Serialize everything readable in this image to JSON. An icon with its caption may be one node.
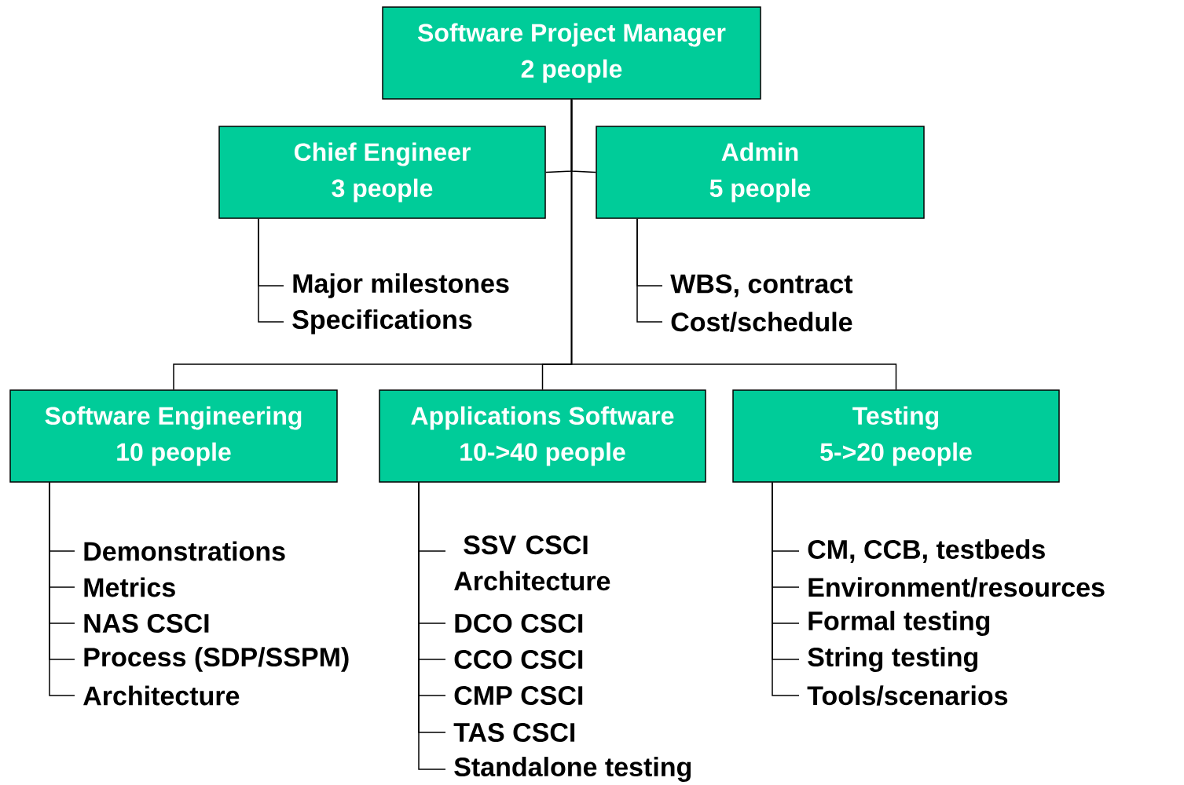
{
  "diagram": {
    "nodes": [
      {
        "text": [
          "Software Project Manager",
          "2 people"
        ]
      },
      {
        "text": [
          "Chief Engineer",
          "3 people"
        ]
      },
      {
        "text": [
          "Admin",
          "5 people"
        ]
      },
      {
        "text": [
          "Software Engineering",
          "10 people"
        ]
      },
      {
        "text": [
          "Applications Software",
          "10->40 people"
        ]
      },
      {
        "text": [
          "Testing",
          "5->20 people"
        ]
      },
      {
        "text": [
          "Major milestones"
        ]
      },
      {
        "text": [
          "Specifications"
        ]
      },
      {
        "text": [
          "WBS, contract"
        ]
      },
      {
        "text": [
          "Cost/schedule"
        ]
      },
      {
        "text": [
          "Demonstrations"
        ]
      },
      {
        "text": [
          "Metrics"
        ]
      },
      {
        "text": [
          "NAS CSCI"
        ]
      },
      {
        "text": [
          "Process (SDP/SSPM)"
        ]
      },
      {
        "text": [
          "Architecture"
        ]
      },
      {
        "text": [
          "SSV CSCI Architecture"
        ]
      },
      {
        "text": [
          "DCO CSCI"
        ]
      },
      {
        "text": [
          "CCO CSCI"
        ]
      },
      {
        "text": [
          "CMP CSCI"
        ]
      },
      {
        "text": [
          "TAS CSCI"
        ]
      },
      {
        "text": [
          "Standalone testing"
        ]
      },
      {
        "text": [
          "CM, CCB, testbeds"
        ]
      },
      {
        "text": [
          "Environment/resources"
        ]
      },
      {
        "text": [
          "Formal testing"
        ]
      },
      {
        "text": [
          "String testing"
        ]
      },
      {
        "text": [
          "Tools/scenarios"
        ]
      }
    ],
    "edges": [
      {
        "from": 0,
        "to": 1,
        "arrow": "none"
      },
      {
        "from": 0,
        "to": 2,
        "arrow": "none"
      },
      {
        "from": 0,
        "to": 3,
        "arrow": "none"
      },
      {
        "from": 0,
        "to": 4,
        "arrow": "none"
      },
      {
        "from": 0,
        "to": 5,
        "arrow": "none"
      },
      {
        "from": 1,
        "to": 6,
        "arrow": "none"
      },
      {
        "from": 1,
        "to": 7,
        "arrow": "none"
      },
      {
        "from": 2,
        "to": 8,
        "arrow": "none"
      },
      {
        "from": 2,
        "to": 9,
        "arrow": "none"
      },
      {
        "from": 3,
        "to": 10,
        "arrow": "none"
      },
      {
        "from": 3,
        "to": 11,
        "arrow": "none"
      },
      {
        "from": 3,
        "to": 12,
        "arrow": "none"
      },
      {
        "from": 3,
        "to": 13,
        "arrow": "none"
      },
      {
        "from": 3,
        "to": 14,
        "arrow": "none"
      },
      {
        "from": 4,
        "to": 15,
        "arrow": "none"
      },
      {
        "from": 4,
        "to": 16,
        "arrow": "none"
      },
      {
        "from": 4,
        "to": 17,
        "arrow": "none"
      },
      {
        "from": 4,
        "to": 18,
        "arrow": "none"
      },
      {
        "from": 4,
        "to": 19,
        "arrow": "none"
      },
      {
        "from": 4,
        "to": 20,
        "arrow": "none"
      },
      {
        "from": 5,
        "to": 21,
        "arrow": "none"
      },
      {
        "from": 5,
        "to": 22,
        "arrow": "none"
      },
      {
        "from": 5,
        "to": 23,
        "arrow": "none"
      },
      {
        "from": 5,
        "to": 24,
        "arrow": "none"
      },
      {
        "from": 5,
        "to": 25,
        "arrow": "none"
      }
    ]
  }
}
